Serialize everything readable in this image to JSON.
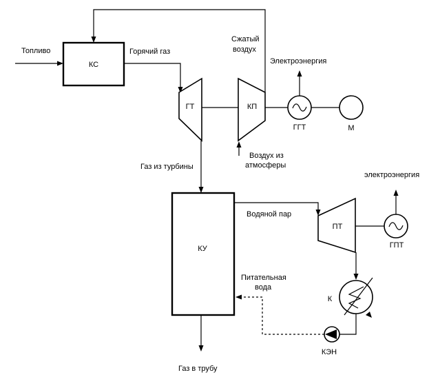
{
  "nodes": {
    "ks": "КС",
    "gt": "ГТ",
    "kp": "КП",
    "ggt": "ГГТ",
    "m": "М",
    "ku": "КУ",
    "pt": "ПТ",
    "gpt": "ГПТ",
    "k": "К",
    "ken": "КЭН"
  },
  "flows": {
    "fuel": "Топливо",
    "hot_gas": "Горячий газ",
    "compressed_air_line1": "Сжатый",
    "compressed_air_line2": "воздух",
    "electricity_gt": "Электроэнергия",
    "air_line1": "Воздух из",
    "air_line2": "атмосферы",
    "turbine_gas": "Газ из турбины",
    "steam": "Водяной пар",
    "electricity_pt": "электроэнергия",
    "feed_water_line1": "Питательная",
    "feed_water_line2": "вода",
    "gas_to_stack": "Газ в трубу"
  }
}
